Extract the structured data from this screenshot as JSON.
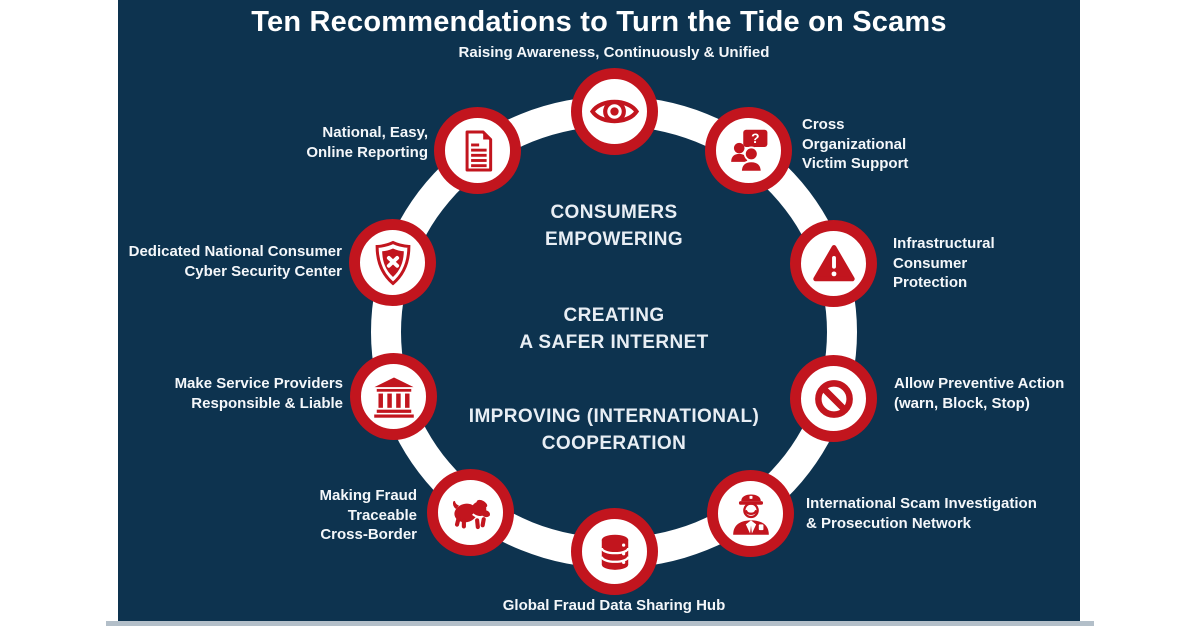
{
  "header": {
    "title": "Ten Recommendations to Turn the Tide on Scams"
  },
  "colors": {
    "navy": "#0d334f",
    "red": "#c2151e",
    "strip": "#b3bfc9"
  },
  "center_groups": [
    {
      "lines": [
        "CONSUMERS",
        "EMPOWERING"
      ]
    },
    {
      "lines": [
        "CREATING",
        "A SAFER INTERNET"
      ]
    },
    {
      "lines": [
        "IMPROVING (INTERNATIONAL)",
        "COOPERATION"
      ]
    }
  ],
  "recommendations": [
    {
      "icon": "eye-icon",
      "label": "Raising Awareness, Continuously & Unified"
    },
    {
      "icon": "victim-support-people-icon",
      "bubble_text": "?",
      "label": "Cross\nOrganizational\nVictim Support"
    },
    {
      "icon": "warning-triangle-icon",
      "label": "Infrastructural\nConsumer\nProtection"
    },
    {
      "icon": "prohibition-icon",
      "label": "Allow Preventive Action\n(warn, Block, Stop)"
    },
    {
      "icon": "police-officer-icon",
      "label": "International Scam Investigation\n& Prosecution Network"
    },
    {
      "icon": "database-icon",
      "label": "Global Fraud Data Sharing Hub"
    },
    {
      "icon": "sniffer-dog-icon",
      "label": "Making Fraud\nTraceable\nCross-Border"
    },
    {
      "icon": "bank-building-icon",
      "label": "Make Service Providers\nResponsible & Liable"
    },
    {
      "icon": "shield-x-icon",
      "label": "Dedicated National Consumer\nCyber Security Center"
    },
    {
      "icon": "document-report-icon",
      "label": "National, Easy,\nOnline Reporting"
    }
  ]
}
